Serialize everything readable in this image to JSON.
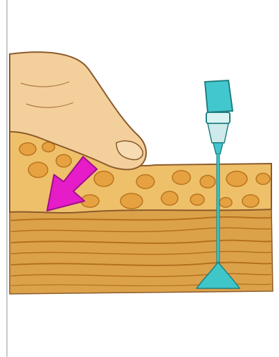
{
  "diagram": {
    "subject": "injection-through-skin-layers",
    "parts": [
      "finger",
      "skin-fold",
      "fat-layer",
      "muscle-layer",
      "pressure-arrow",
      "needle",
      "syringe-hub"
    ]
  },
  "colors": {
    "background": "#ffffff",
    "left_border": "#c9c9c9",
    "skin_tone": "#f3cf9c",
    "skin_outline": "#8a5a2b",
    "fat_layer": "#efc06a",
    "fat_globule": "#e6a241",
    "fat_globule_outline": "#b8741c",
    "muscle_layer": "#dca24a",
    "muscle_stripe": "#b3701f",
    "arrow": "#e51cc8",
    "arrow_outline": "#9e0f8a",
    "needle": "#3fc6c8",
    "needle_outline": "#1e7e80",
    "hub_body": "#43c7cf",
    "hub_collar": "#d9f3f3"
  }
}
